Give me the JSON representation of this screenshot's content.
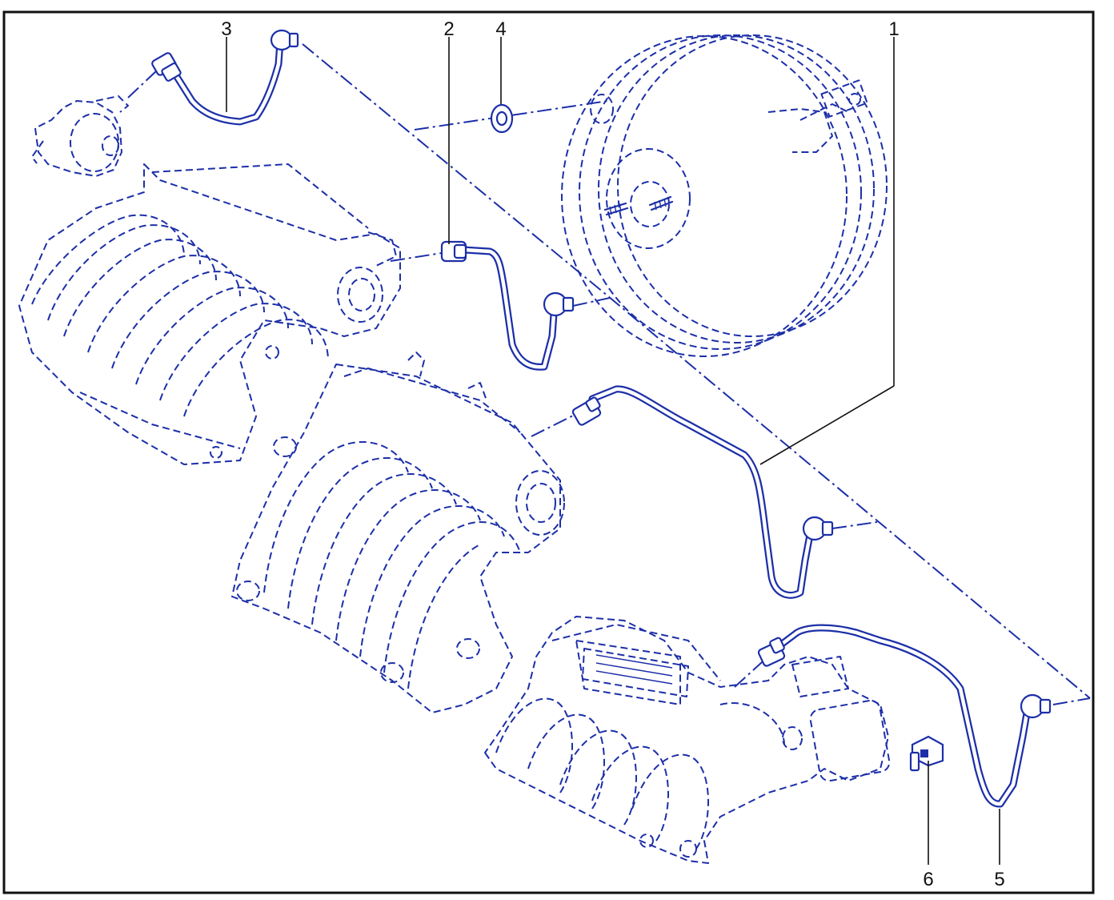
{
  "callouts": [
    {
      "id": "1",
      "label": "1"
    },
    {
      "id": "2",
      "label": "2"
    },
    {
      "id": "3",
      "label": "3"
    },
    {
      "id": "4",
      "label": "4"
    },
    {
      "id": "5",
      "label": "5"
    },
    {
      "id": "6",
      "label": "6"
    }
  ],
  "colors": {
    "line": "#1c2fa8",
    "frame": "#111111",
    "background": "#ffffff"
  }
}
